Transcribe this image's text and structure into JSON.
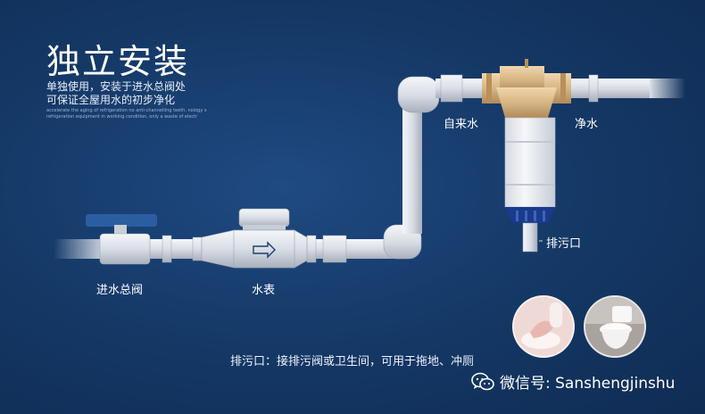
{
  "header": {
    "title": "独立安装",
    "subtitle_line1": "单独使用，安装于进水总阀处",
    "subtitle_line2": "可保证全屋用水的初步净化",
    "fine_line1": "accelerate the aging of refrigeration no anti-channelling teeth. noiogy s",
    "fine_line2": "refrigeration equipment in working condition, only a waste of electr"
  },
  "labels": {
    "main_valve": "进水总阀",
    "water_meter": "水表",
    "tap_water": "自来水",
    "clean_water": "净水",
    "drain": "排污口"
  },
  "note": "排污口：接排污阀或卫生间，可用于拖地、冲厕",
  "wechat": {
    "label": "微信号: Sanshengjinshu",
    "icon": "wechat-icon"
  },
  "colors": {
    "background": "#143764",
    "pipe": "#dfe3ea",
    "brass": "#d8b584",
    "filter_blue": "#1a3a8c",
    "valve_handle": "#2b5ea1"
  }
}
